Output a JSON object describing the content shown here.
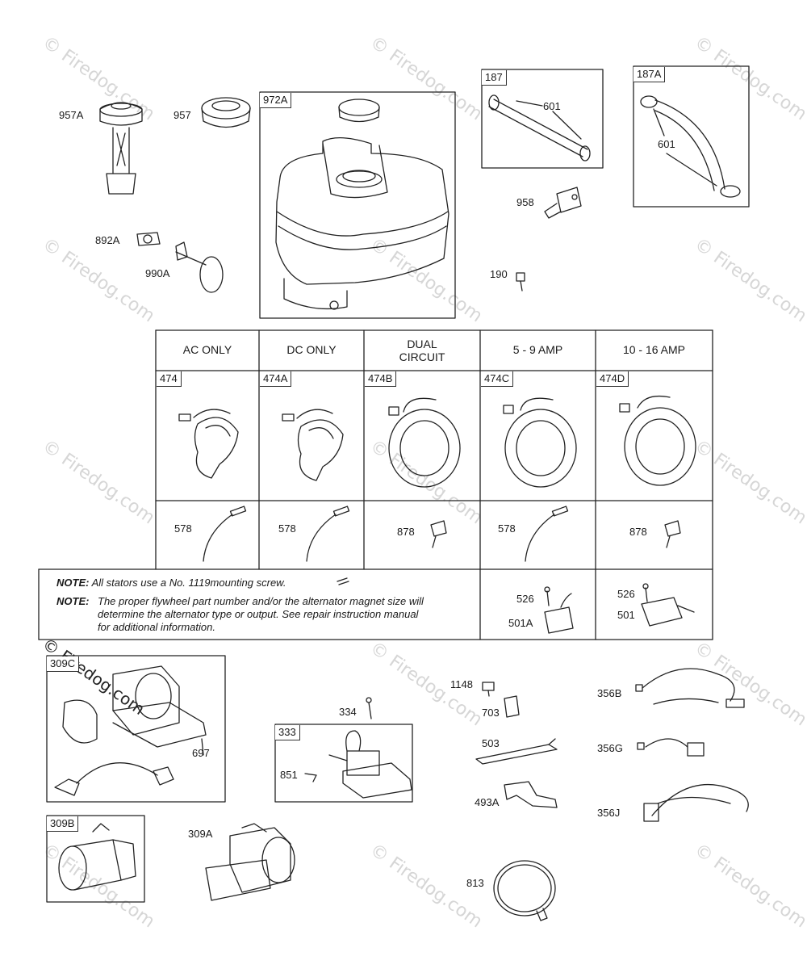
{
  "watermark": "© Firedog.com",
  "parts": {
    "p957A": "957A",
    "p957": "957",
    "p892A": "892A",
    "p990A": "990A",
    "p958": "958",
    "p190": "190",
    "p601a": "601",
    "p601b": "601",
    "p578a": "578",
    "p578b": "578",
    "p878a": "878",
    "p578c": "578",
    "p878b": "878",
    "p526a": "526",
    "p501A": "501A",
    "p526b": "526",
    "p501": "501",
    "p697": "697",
    "p334": "334",
    "p851": "851",
    "p1148": "1148",
    "p703": "703",
    "p503": "503",
    "p493A": "493A",
    "p813": "813",
    "p356B": "356B",
    "p356G": "356G",
    "p356J": "356J",
    "p309A": "309A"
  },
  "boxes": {
    "b972A": "972A",
    "b187": "187",
    "b187A": "187A",
    "b309C": "309C",
    "b333": "333",
    "b309B": "309B"
  },
  "table": {
    "headers": [
      "AC ONLY",
      "DC ONLY",
      "DUAL CIRCUIT",
      "5 - 9 AMP",
      "10 - 16 AMP"
    ],
    "stators": [
      "474",
      "474A",
      "474B",
      "474C",
      "474D"
    ]
  },
  "notes": {
    "label": "NOTE:",
    "note1": "All stators use a No. 1119mounting screw.",
    "note2_line1": "The proper flywheel part number and/or the alternator magnet size will",
    "note2_line2": "determine the alternator type or output. See repair instruction manual",
    "note2_line3": "for additional information."
  }
}
